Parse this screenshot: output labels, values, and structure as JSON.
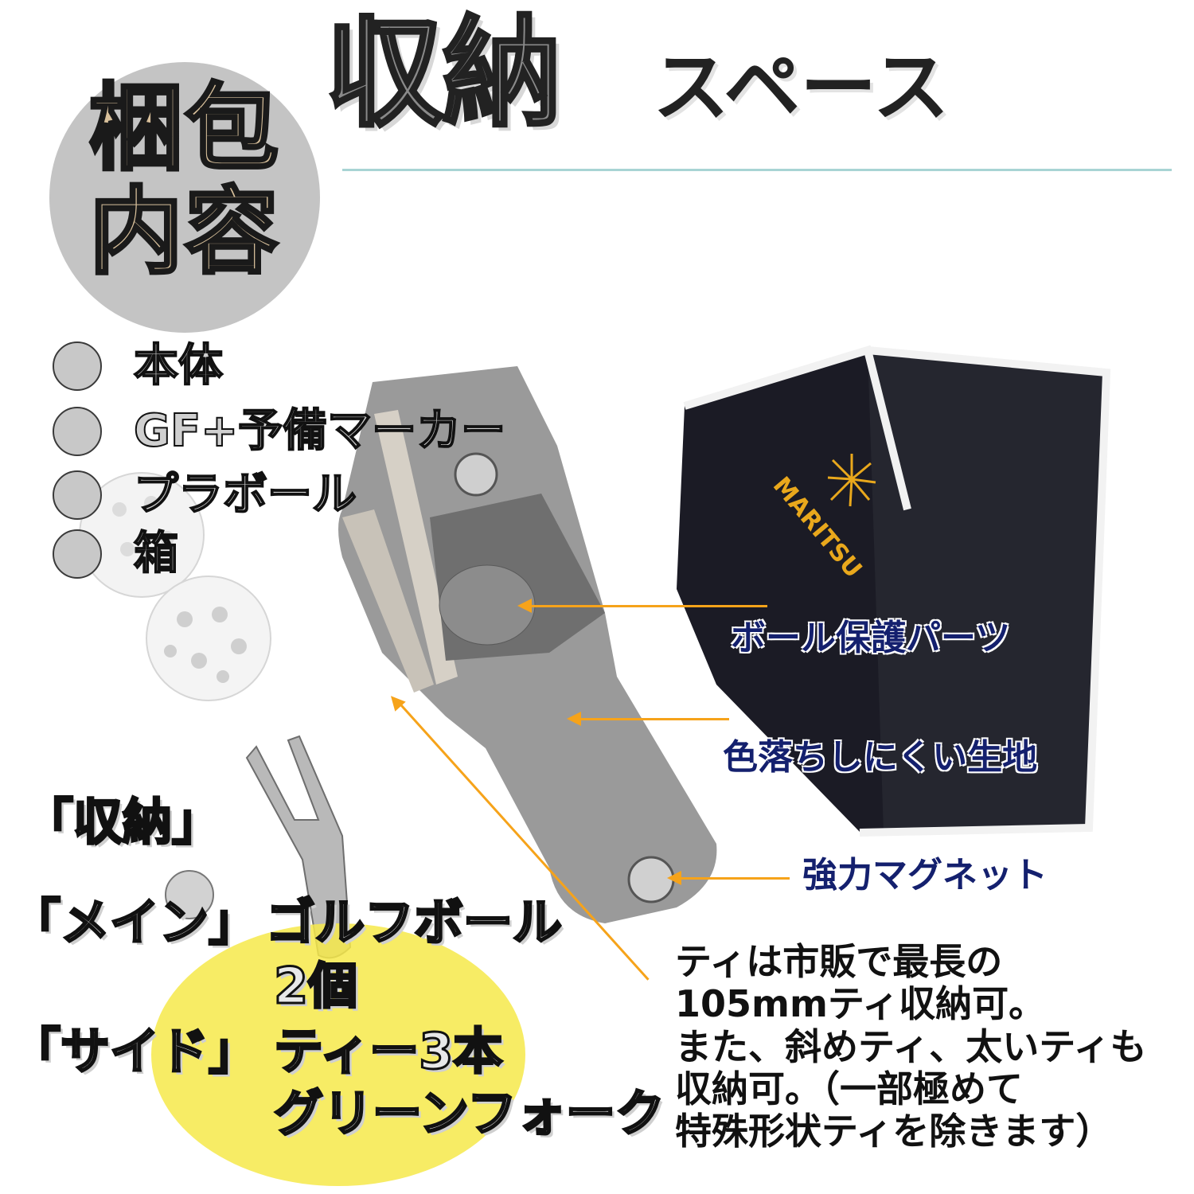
{
  "title": {
    "main": "収納",
    "sub": "スペース"
  },
  "badge": {
    "line1": "梱包",
    "line2": "内容"
  },
  "contents": [
    {
      "label": "本体"
    },
    {
      "label": "GF+予備マーカー"
    },
    {
      "label": "プラボール"
    },
    {
      "label": "箱"
    }
  ],
  "box_brand": "MARITSU",
  "storage": {
    "heading": "「収納」",
    "main_label": "「メイン」",
    "main_value_line1": "ゴルフボール",
    "main_value_line2": "2個",
    "side_label": "「サイド」",
    "side_value_line1": "ティー3本",
    "side_value_line2": "グリーンフォーク"
  },
  "callouts": {
    "ball_protect": "ボール保護パーツ",
    "fabric": "色落ちしにくい生地",
    "magnet": "強力マグネット"
  },
  "note": {
    "line1": "ティは市販で最長の",
    "line2": "105mmティ収納可。",
    "line3": "また、斜めティ、太いティも",
    "line4": "収納可。（一部極めて",
    "line5": "特殊形状ティを除きます）"
  },
  "colors": {
    "accent_arrow": "#f6a31a",
    "callout_text": "#14206e",
    "highlight": "#f6e94a",
    "badge_text": "#d8c09b"
  }
}
